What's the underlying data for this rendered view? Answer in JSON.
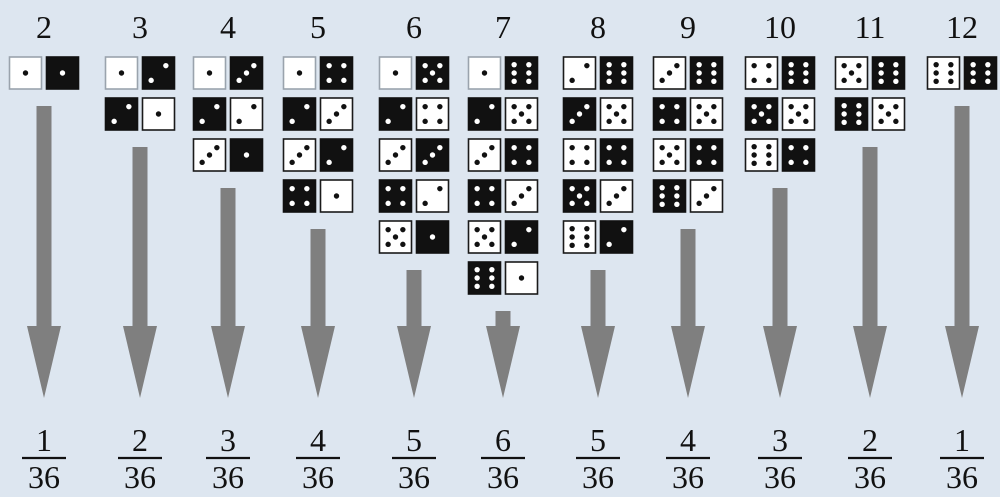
{
  "colors": {
    "background": "#dde6f0",
    "white_die_border": "#1a1a1a",
    "faint_die_border": "#9aa3ad",
    "black_die": "#111111",
    "arrow": "#7f7f7f",
    "text": "#111111"
  },
  "columns": [
    {
      "sum": "2",
      "numerator": "1",
      "denominator": "36",
      "pairs": [
        [
          1,
          1
        ]
      ]
    },
    {
      "sum": "3",
      "numerator": "2",
      "denominator": "36",
      "pairs": [
        [
          1,
          2
        ],
        [
          2,
          1
        ]
      ]
    },
    {
      "sum": "4",
      "numerator": "3",
      "denominator": "36",
      "pairs": [
        [
          1,
          3
        ],
        [
          2,
          2
        ],
        [
          3,
          1
        ]
      ]
    },
    {
      "sum": "5",
      "numerator": "4",
      "denominator": "36",
      "pairs": [
        [
          1,
          4
        ],
        [
          2,
          3
        ],
        [
          3,
          2
        ],
        [
          4,
          1
        ]
      ]
    },
    {
      "sum": "6",
      "numerator": "5",
      "denominator": "36",
      "pairs": [
        [
          1,
          5
        ],
        [
          2,
          4
        ],
        [
          3,
          3
        ],
        [
          4,
          2
        ],
        [
          5,
          1
        ]
      ]
    },
    {
      "sum": "7",
      "numerator": "6",
      "denominator": "36",
      "pairs": [
        [
          1,
          6
        ],
        [
          2,
          5
        ],
        [
          3,
          4
        ],
        [
          4,
          3
        ],
        [
          5,
          2
        ],
        [
          6,
          1
        ]
      ]
    },
    {
      "sum": "8",
      "numerator": "5",
      "denominator": "36",
      "pairs": [
        [
          2,
          6
        ],
        [
          3,
          5
        ],
        [
          4,
          4
        ],
        [
          5,
          3
        ],
        [
          6,
          2
        ]
      ]
    },
    {
      "sum": "9",
      "numerator": "4",
      "denominator": "36",
      "pairs": [
        [
          3,
          6
        ],
        [
          4,
          5
        ],
        [
          5,
          4
        ],
        [
          6,
          3
        ]
      ]
    },
    {
      "sum": "10",
      "numerator": "3",
      "denominator": "36",
      "pairs": [
        [
          4,
          6
        ],
        [
          5,
          5
        ],
        [
          6,
          4
        ]
      ]
    },
    {
      "sum": "11",
      "numerator": "2",
      "denominator": "36",
      "pairs": [
        [
          5,
          6
        ],
        [
          6,
          5
        ]
      ]
    },
    {
      "sum": "12",
      "numerator": "1",
      "denominator": "36",
      "pairs": [
        [
          6,
          6
        ]
      ]
    }
  ]
}
